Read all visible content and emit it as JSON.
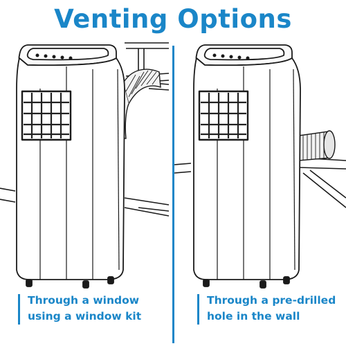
{
  "header": {
    "title": "Venting Options"
  },
  "options": [
    {
      "caption_line1": "Through a window",
      "caption_line2": "using a window kit"
    },
    {
      "caption_line1": "Through a pre-drilled",
      "caption_line2": "hole in the wall"
    }
  ],
  "colors": {
    "accent": "#1a86c8",
    "outline": "#1a1a1a",
    "grille": "#222222",
    "background": "#ffffff"
  },
  "icons": [
    "portable-air-conditioner-illustration",
    "window-vent-hose",
    "wall-vent-hose"
  ]
}
